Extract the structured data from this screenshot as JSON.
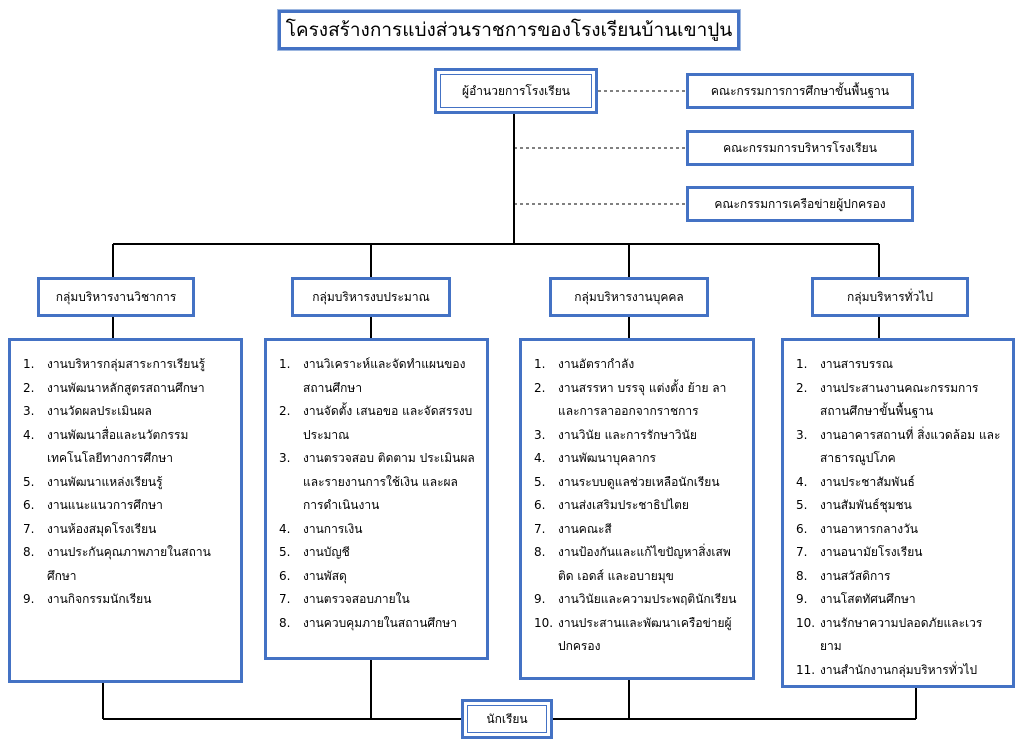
{
  "title": "โครงสร้างการแบ่งส่วนราชการของโรงเรียนบ้านเขาปูน",
  "director": "ผู้อำนวยการโรงเรียน",
  "committees": [
    "คณะกรรมการการศึกษาขั้นพื้นฐาน",
    "คณะกรรมการบริหารโรงเรียน",
    "คณะกรรมการเครือข่ายผู้ปกครอง"
  ],
  "groups": [
    {
      "name": "กลุ่มบริหารงานวิชาการ",
      "tasks": [
        {
          "no": "1.",
          "text": "งานบริหารกลุ่มสาระการเรียนรู้"
        },
        {
          "no": "2.",
          "text": "งานพัฒนาหลักสูตรสถานศึกษา"
        },
        {
          "no": "3.",
          "text": "งานวัดผลประเมินผล"
        },
        {
          "no": "4.",
          "text": "งานพัฒนาสื่อและนวัตกรรมเทคโนโลยีทางการศึกษา"
        },
        {
          "no": "5.",
          "text": "งานพัฒนาแหล่งเรียนรู้"
        },
        {
          "no": "6.",
          "text": "งานแนะแนวการศึกษา"
        },
        {
          "no": "7.",
          "text": "งานห้องสมุดโรงเรียน"
        },
        {
          "no": "8.",
          "text": "งานประกันคุณภาพภายในสถานศึกษา"
        },
        {
          "no": "9.",
          "text": "งานกิจกรรมนักเรียน"
        }
      ]
    },
    {
      "name": "กลุ่มบริหารงบประมาณ",
      "tasks": [
        {
          "no": "1.",
          "text": "งานวิเคราะห์และจัดทำแผนของสถานศึกษา"
        },
        {
          "no": "2.",
          "text": "งานจัดตั้ง เสนอขอ และจัดสรรงบประมาณ"
        },
        {
          "no": "3.",
          "text": "งานตรวจสอบ ติดตาม ประเมินผล และรายงานการใช้เงิน และผลการดำเนินงาน"
        },
        {
          "no": "4.",
          "text": "งานการเงิน"
        },
        {
          "no": "5.",
          "text": "งานบัญชี"
        },
        {
          "no": "6.",
          "text": "งานพัสดุ"
        },
        {
          "no": "7.",
          "text": "งานตรวจสอบภายใน"
        },
        {
          "no": "8.",
          "text": "งานควบคุมภายในสถานศึกษา"
        }
      ]
    },
    {
      "name": "กลุ่มบริหารงานบุคคล",
      "tasks": [
        {
          "no": "1.",
          "text": "งานอัตรากำลัง"
        },
        {
          "no": "2.",
          "text": "งานสรรหา บรรจุ แต่งตั้ง ย้าย ลา และการลาออกจากราชการ"
        },
        {
          "no": "3.",
          "text": "งานวินัย และการรักษาวินัย"
        },
        {
          "no": "4.",
          "text": "งานพัฒนาบุคลากร"
        },
        {
          "no": "5.",
          "text": "งานระบบดูแลช่วยเหลือนักเรียน"
        },
        {
          "no": "6.",
          "text": "งานส่งเสริมประชาธิปไตย"
        },
        {
          "no": "7.",
          "text": "งานคณะสี"
        },
        {
          "no": "8.",
          "text": "งานป้องกันและแก้ไขปัญหาสิ่งเสพติด เอดส์ และอบายมุข"
        },
        {
          "no": "9.",
          "text": "งานวินัยและความประพฤตินักเรียน"
        },
        {
          "no": "10.",
          "text": "งานประสานและพัฒนาเครือข่ายผู้ปกครอง"
        }
      ]
    },
    {
      "name": "กลุ่มบริหารทั่วไป",
      "tasks": [
        {
          "no": "1.",
          "text": "งานสารบรรณ"
        },
        {
          "no": "2.",
          "text": "งานประสานงานคณะกรรมการสถานศึกษาขั้นพื้นฐาน"
        },
        {
          "no": "3.",
          "text": "งานอาคารสถานที่ สิ่งแวดล้อม และสาธารณูปโภค"
        },
        {
          "no": "4.",
          "text": "งานประชาสัมพันธ์"
        },
        {
          "no": "5.",
          "text": "งานสัมพันธ์ชุมชน"
        },
        {
          "no": "6.",
          "text": "งานอาหารกลางวัน"
        },
        {
          "no": "7.",
          "text": "งานอนามัยโรงเรียน"
        },
        {
          "no": "8.",
          "text": "งานสวัสดิการ"
        },
        {
          "no": "9.",
          "text": "งานโสตทัศนศึกษา"
        },
        {
          "no": "10.",
          "text": "งานรักษาความปลอดภัยและเวรยาม"
        },
        {
          "no": "11.",
          "text": "งานสำนักงานกลุ่มบริหารทั่วไป"
        }
      ]
    }
  ],
  "students": "นักเรียน",
  "colors": {
    "border": "#4472c4",
    "line": "#000000"
  }
}
